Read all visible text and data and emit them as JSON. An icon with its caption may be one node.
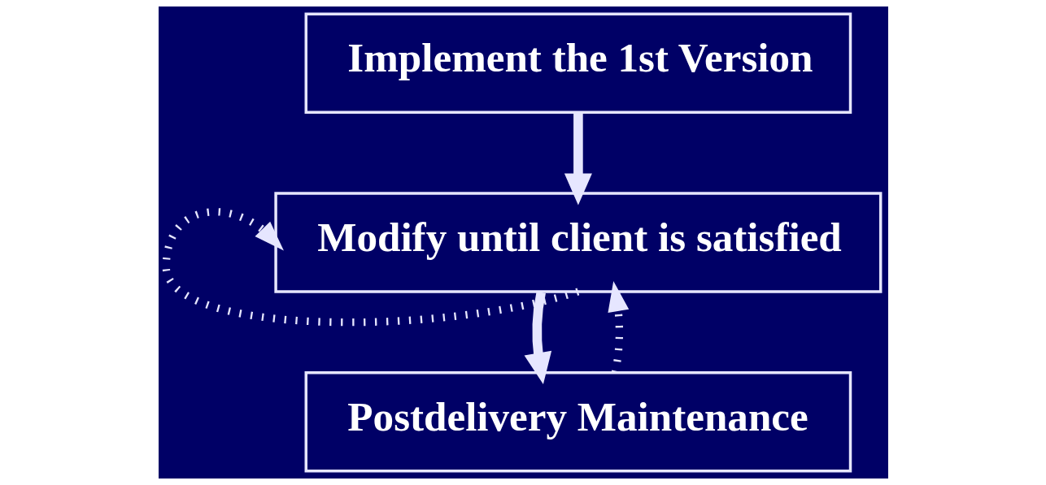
{
  "diagram": {
    "nodes": [
      {
        "text": [
          "Implement the 1st Version"
        ]
      },
      {
        "text": [
          "Modify until client is satisfied"
        ]
      },
      {
        "text": [
          "Postdelivery Maintenance"
        ]
      }
    ],
    "edges": [
      {
        "from": 0,
        "to": 1,
        "arrow": "to"
      },
      {
        "from": 1,
        "to": 1,
        "arrow": "to",
        "style": "dashed"
      },
      {
        "from": 1,
        "to": 2,
        "arrow": "to"
      },
      {
        "from": 2,
        "to": 1,
        "arrow": "to",
        "style": "dashed"
      }
    ]
  }
}
